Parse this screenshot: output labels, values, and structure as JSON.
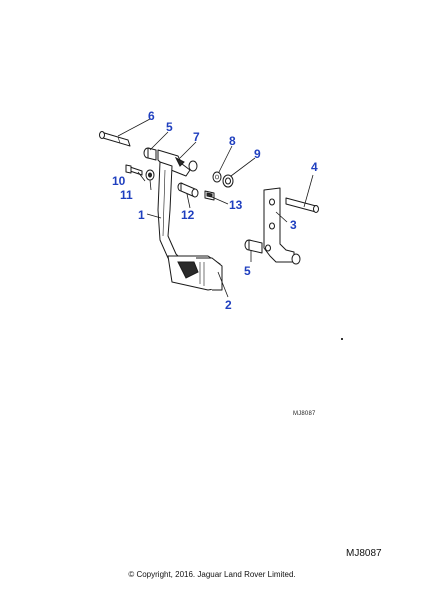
{
  "callouts": [
    "1",
    "2",
    "3",
    "4",
    "5",
    "5",
    "6",
    "7",
    "8",
    "9",
    "10",
    "11",
    "12",
    "13"
  ],
  "figure_ref_small": "MJ8087",
  "figure_ref_large": "MJ8087",
  "copyright": "© Copyright, 2016. Jaguar Land Rover Limited.",
  "colors": {
    "callout": "#1f3fbf",
    "line": "#1a1a1a"
  }
}
